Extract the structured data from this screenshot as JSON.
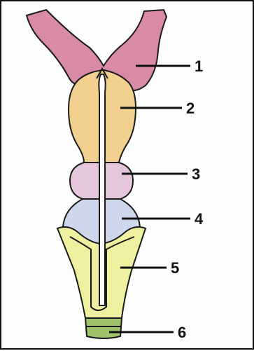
{
  "diagram": {
    "labels": [
      "1",
      "2",
      "3",
      "4",
      "5",
      "6"
    ],
    "colors": {
      "region_1": "#d98aa7",
      "region_2": "#f0cf8f",
      "region_3": "#e6c6dc",
      "region_4": "#ced6ec",
      "region_5": "#eef0a0",
      "region_6": "#9fc36a",
      "outline": "#1a1a1a",
      "background": "#fefefe"
    }
  }
}
